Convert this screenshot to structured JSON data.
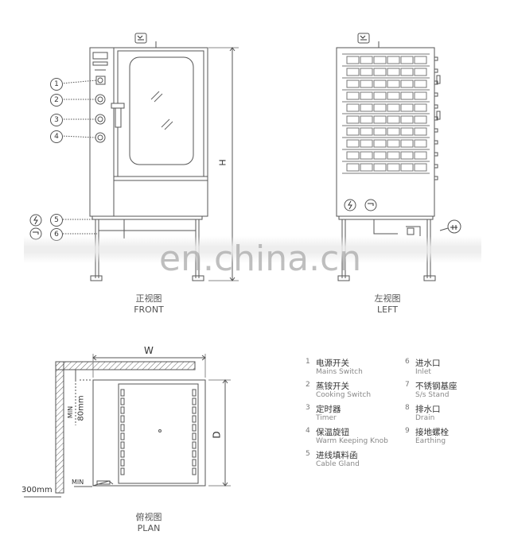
{
  "views": {
    "front": {
      "zh": "正视图",
      "en": "FRONT"
    },
    "left": {
      "zh": "左视图",
      "en": "LEFT"
    },
    "plan": {
      "zh": "俯视图",
      "en": "PLAN"
    }
  },
  "dimensions": {
    "height": "H",
    "width": "W",
    "depth": "D",
    "clearance_back": "80mm",
    "clearance_side": "300mm",
    "min_top": "MIN",
    "min_bottom": "MIN"
  },
  "callouts": [
    "1",
    "2",
    "3",
    "4",
    "5",
    "6"
  ],
  "legend_left": [
    {
      "num": "1",
      "zh": "电源开关",
      "en": "Mains Switch"
    },
    {
      "num": "2",
      "zh": "蒸铵开关",
      "en": "Cooking Switch"
    },
    {
      "num": "3",
      "zh": "定时器",
      "en": "Timer"
    },
    {
      "num": "4",
      "zh": "保温旋钮",
      "en": "Warm Keeping Knob"
    },
    {
      "num": "5",
      "zh": "进线填料函",
      "en": "Cable Gland"
    }
  ],
  "legend_right": [
    {
      "num": "6",
      "zh": "进水口",
      "en": "Inlet"
    },
    {
      "num": "7",
      "zh": "不锈钢基座",
      "en": "S/s Stand"
    },
    {
      "num": "8",
      "zh": "排水口",
      "en": "Drain"
    },
    {
      "num": "9",
      "zh": "接地螺栓",
      "en": "Earthing"
    }
  ],
  "watermark": "en.china.cn"
}
